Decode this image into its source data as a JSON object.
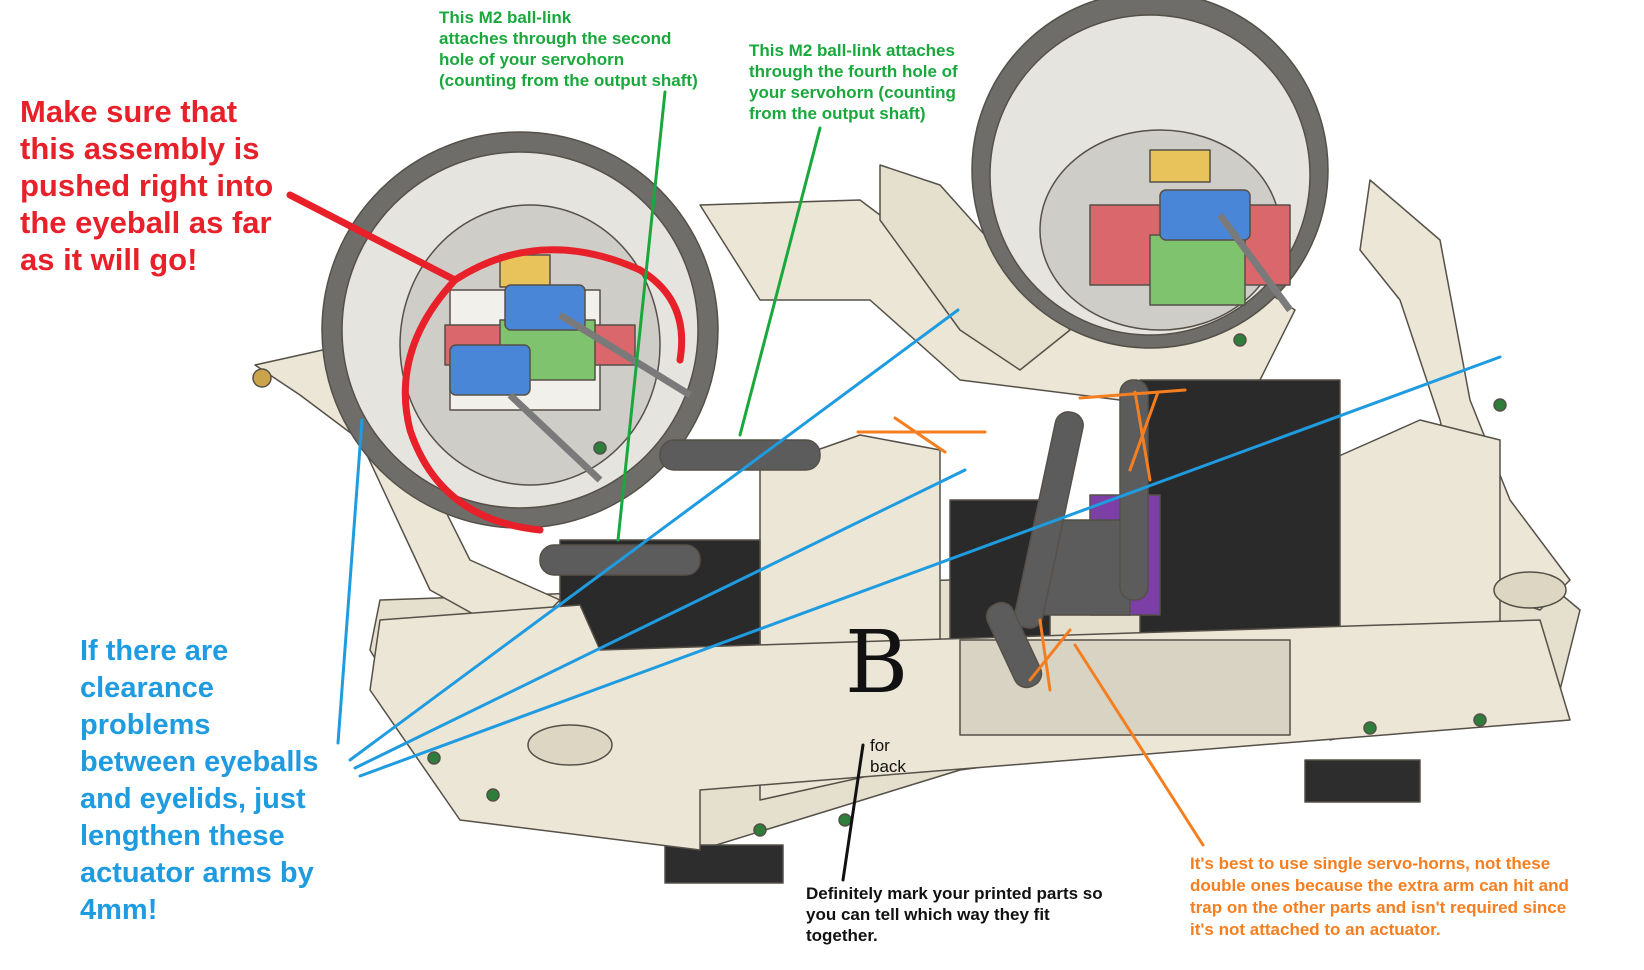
{
  "annotations": {
    "green_note_1": "This M2 ball-link\nattaches through the second\nhole of your servohorn\n(counting from the output shaft)",
    "green_note_2": "This M2 ball-link attaches\nthrough the fourth hole of\nyour servohorn (counting\nfrom the output shaft)",
    "red_note": "Make sure that\nthis assembly is\npushed right into\nthe eyeball as far\nas it will go!",
    "blue_note": "If there are\nclearance\nproblems\nbetween eyeballs\nand eyelids, just\nlengthen these\nactuator arms by\n4mm!",
    "handwritten_letter": "B",
    "handwritten_caption": "for\nback",
    "black_note": "Definitely mark your printed parts so\nyou can tell which way they fit\ntogether.",
    "orange_note": "It's best to use single servo-horns, not these\ndouble ones because the extra arm can hit and\ntrap on the other parts and isn't required since\nit's not attached to an actuator."
  },
  "colors": {
    "frame": "#ece6d6",
    "frame_edge": "#555048",
    "eyeball_shell": "#dcdad4",
    "eyeball_rim": "#6e6d6a",
    "servo_body": "#2a2a2a",
    "horn": "#5c5c5c",
    "blue_part": "#4a86d8",
    "red_part": "#d9676b",
    "green_part": "#7fc36e",
    "yellow_part": "#e8c25a",
    "purple_part": "#7b3fa6",
    "annotation_red": "#e8202a",
    "annotation_blue": "#1f9be0",
    "annotation_green": "#1aa83c",
    "annotation_orange": "#f57f20",
    "annotation_black": "#111111"
  }
}
